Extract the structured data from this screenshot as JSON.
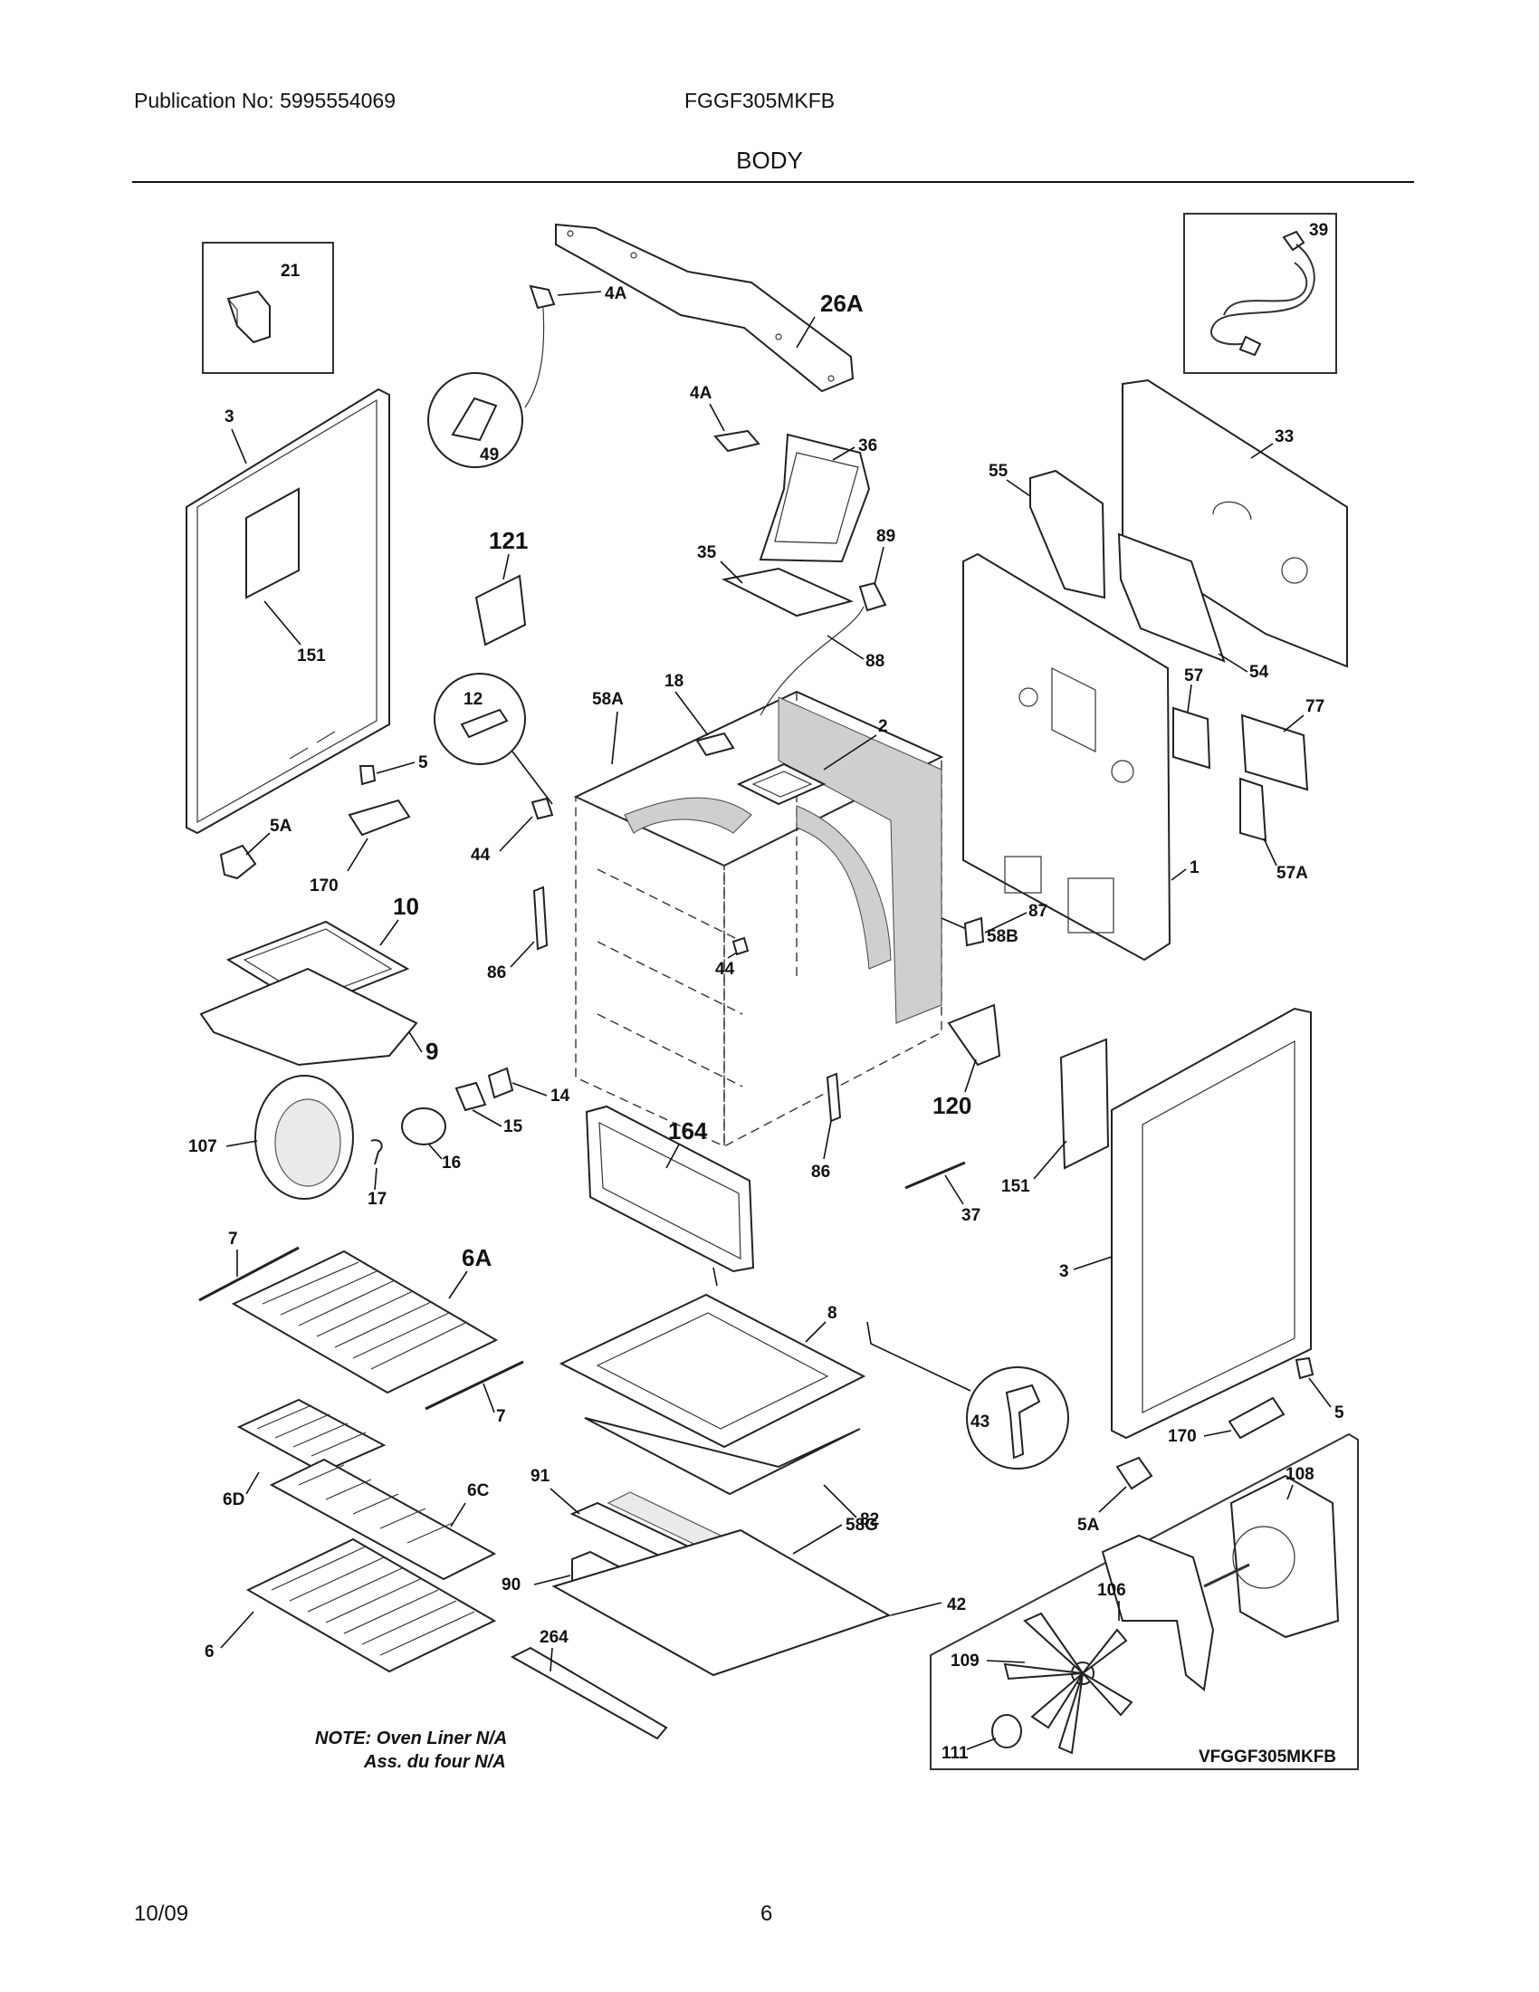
{
  "header": {
    "publication": "Publication No: 5995554069",
    "model": "FGGF305MKFB",
    "section_title": "BODY"
  },
  "footer": {
    "date": "10/09",
    "page": "6"
  },
  "diagram": {
    "labels": {
      "p21": "21",
      "p39": "39",
      "p26A": "26A",
      "p4A_top": "4A",
      "p4A_mid": "4A",
      "p49": "49",
      "p3_left": "3",
      "p151_left": "151",
      "p121": "121",
      "p36": "36",
      "p35": "35",
      "p89": "89",
      "p88": "88",
      "p33": "33",
      "p55": "55",
      "p54": "54",
      "p57": "57",
      "p77": "77",
      "p57A": "57A",
      "p1": "1",
      "p12": "12",
      "p58A": "58A",
      "p18": "18",
      "p2": "2",
      "p5_left": "5",
      "p5A_left": "5A",
      "p170_left": "170",
      "p44_left": "44",
      "p44_mid": "44",
      "p10": "10",
      "p9": "9",
      "p86_left": "86",
      "p86_right": "86",
      "p87": "87",
      "p58B": "58B",
      "p14": "14",
      "p15": "15",
      "p16": "16",
      "p17": "17",
      "p107": "107",
      "p164": "164",
      "p120": "120",
      "p37": "37",
      "p151_right": "151",
      "p3_right": "3",
      "p7_top": "7",
      "p6A": "6A",
      "p7_bot": "7",
      "p8": "8",
      "p43": "43",
      "p5_right": "5",
      "p170_right": "170",
      "p5A_right": "5A",
      "p6D": "6D",
      "p6C": "6C",
      "p6": "6",
      "p82": "82",
      "p91": "91",
      "p58G": "58G",
      "p90": "90",
      "p42": "42",
      "p264": "264",
      "p108": "108",
      "p106": "106",
      "p109": "109",
      "p111": "111"
    },
    "inset_code": "VFGGF305MKFB",
    "note_line1": "NOTE: Oven Liner N/A",
    "note_line2": "Ass. du four N/A"
  }
}
